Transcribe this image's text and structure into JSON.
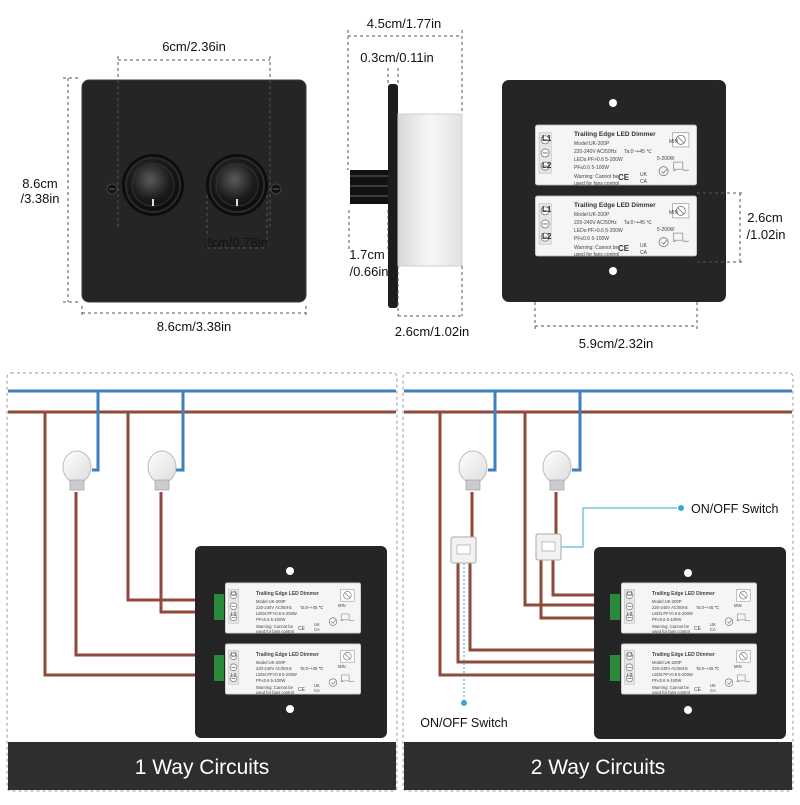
{
  "dimensions": {
    "front_spacing": "6cm/2.36in",
    "front_height_cm": "8.6cm",
    "front_height_in": "/3.38in",
    "front_knob": "2cm/0.78in",
    "front_width": "8.6cm/3.38in",
    "side_depth": "4.5cm/1.77in",
    "side_plate": "0.3cm/0.11in",
    "side_knob_cm": "1.7cm",
    "side_knob_in": "/0.66in",
    "side_body": "2.6cm/1.02in",
    "back_module_height_cm": "2.6cm",
    "back_module_height_in": "/1.02in",
    "back_module_width": "5.9cm/2.32in"
  },
  "module": {
    "terminal_1": "L1",
    "terminal_2": "L2",
    "title": "Trailing Edge  LED Dimmer",
    "model": "Model:UK-200P",
    "voltage": "220-240V AC/50Hz",
    "temp": "Ta:0~+45 ℃",
    "led": "LEDs:PF>0.6  5-200W",
    "pf": "PF≤0.6  5-100W",
    "incandescent": "5-200W",
    "warning_1": "Warning: Cannot be",
    "warning_2": "used for fans control",
    "min": "MIN",
    "ce": "CE",
    "ukca_1": "UK",
    "ukca_2": "CA"
  },
  "labels": {
    "onoff_switch": "ON/OFF Switch"
  },
  "captions": {
    "one_way": "1 Way Circuits",
    "two_way": "2 Way Circuits"
  },
  "colors": {
    "plate": "#252525",
    "neutral_wire": "#3f7fbf",
    "live_wire": "#8e4a3a",
    "module": "#f5f5f3",
    "caption_bar": "#2e2e2e"
  }
}
